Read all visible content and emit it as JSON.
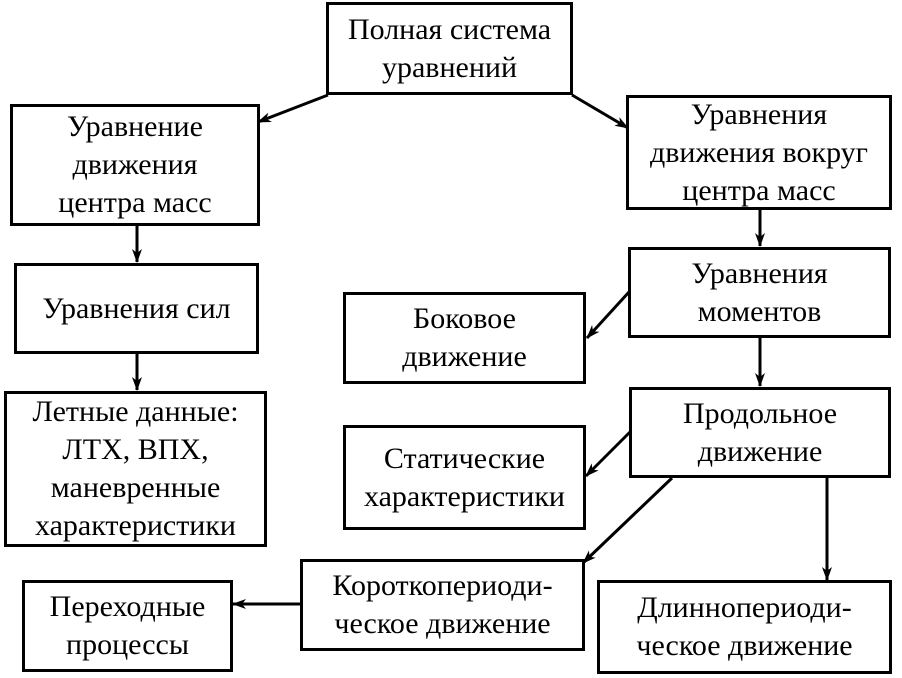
{
  "nodes": {
    "full_system": "Полная система\nуравнений",
    "cm_motion": "Уравнение\nдвижения\nцентра масс",
    "forces": "Уравнения сил",
    "flight_data": "Летные данные:\nЛТХ, ВПХ,\nманевренные\nхарактеристики",
    "rot_motion": "Уравнения\nдвижения вокруг\nцентра масс",
    "moments": "Уравнения\nмоментов",
    "lateral": "Боковое\nдвижение",
    "longitudinal": "Продольное\nдвижение",
    "static": "Статические\nхарактеристики",
    "short_period": "Короткопериоди-\nческое движение",
    "transient": "Переходные\nпроцессы",
    "long_period": "Длиннопериоди-\nческое движение"
  },
  "colors": {
    "stroke": "#000000",
    "background": "#ffffff"
  }
}
